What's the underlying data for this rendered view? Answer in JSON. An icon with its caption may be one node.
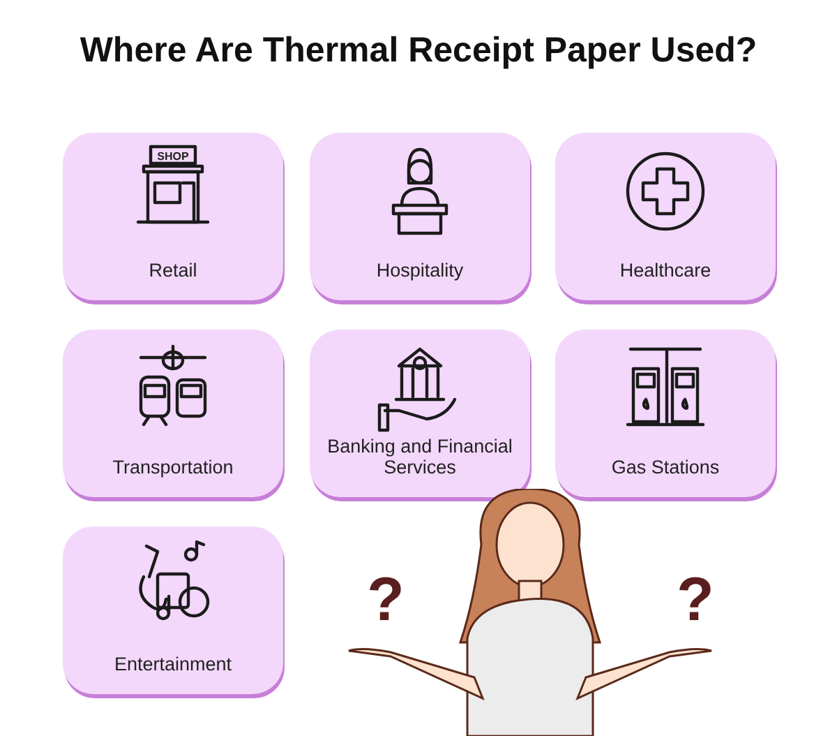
{
  "diagram": {
    "title": "Where Are Thermal Receipt Paper Used?",
    "nodes": [
      {
        "text": [
          "Retail"
        ]
      },
      {
        "text": [
          "Hospitality"
        ]
      },
      {
        "text": [
          "Healthcare"
        ]
      },
      {
        "text": [
          "Transportation"
        ]
      },
      {
        "text": [
          "Banking and Financial Services"
        ]
      },
      {
        "text": [
          "Gas Stations"
        ]
      },
      {
        "text": [
          "Entertainment"
        ]
      }
    ],
    "labels": [
      "SHOP",
      "?",
      "?"
    ]
  }
}
